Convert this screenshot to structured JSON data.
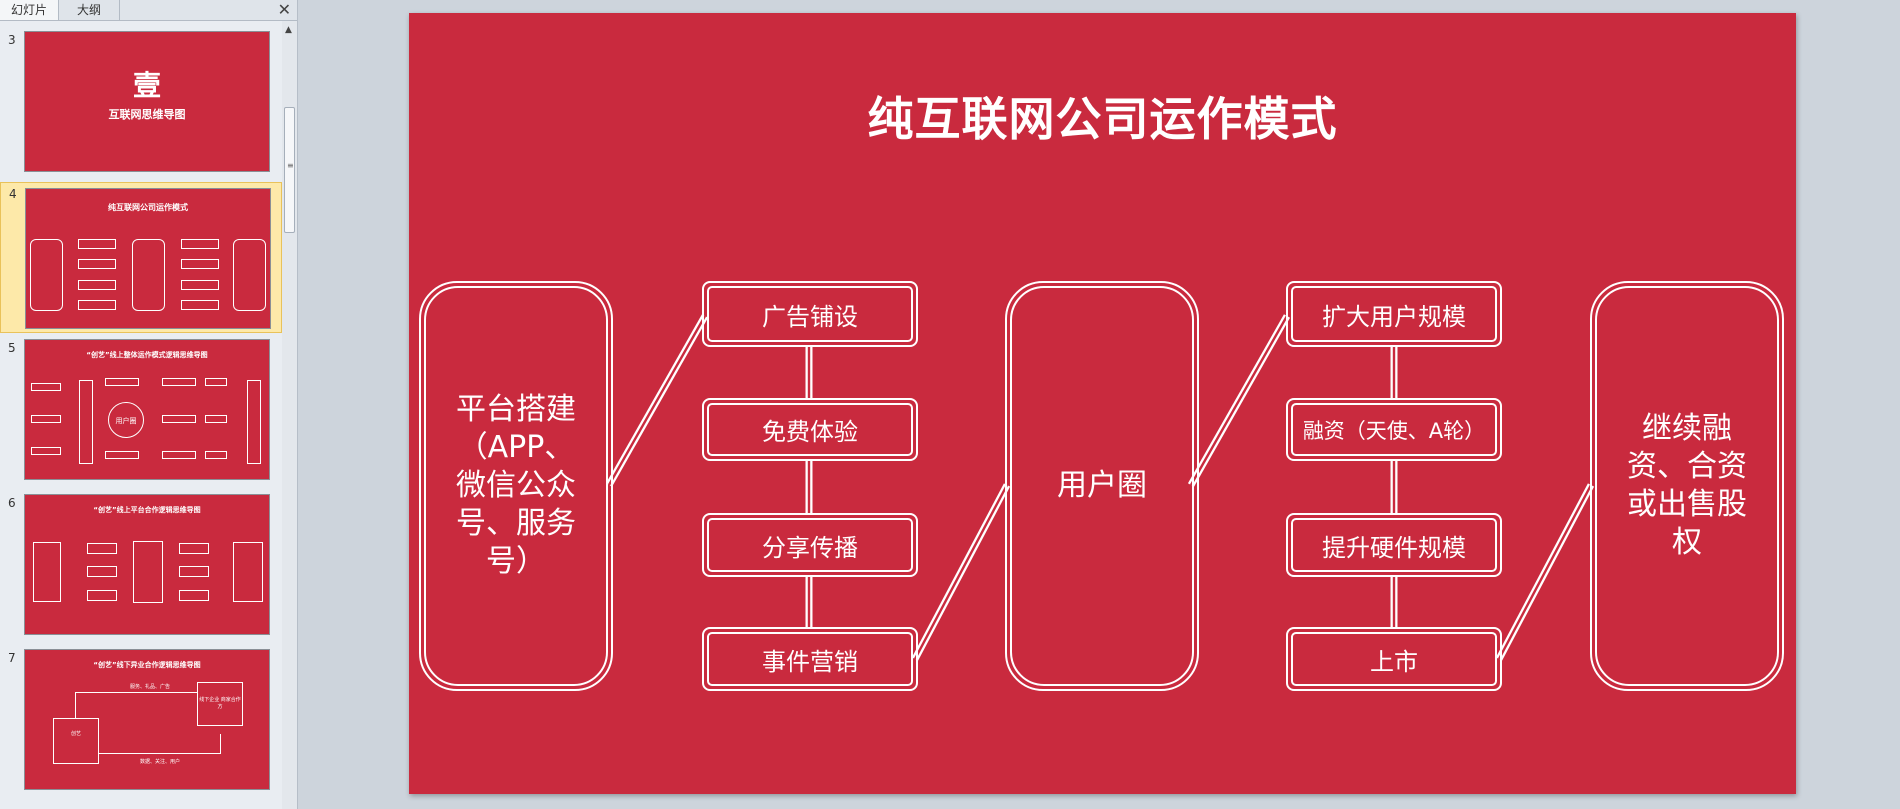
{
  "panel": {
    "tabs": [
      "幻灯片",
      "大纲"
    ],
    "close_icon": "close-icon"
  },
  "thumbnails": [
    {
      "number": "3",
      "title": "壹",
      "subtitle": "互联网思维导图"
    },
    {
      "number": "4",
      "title": "纯互联网公司运作模式"
    },
    {
      "number": "5",
      "title": "“创艺”线上整体运作模式逻辑思维导图",
      "center_label": "用户圈"
    },
    {
      "number": "6",
      "title": "“创艺”线上平台合作逻辑思维导图"
    },
    {
      "number": "7",
      "title": "“创艺”线下异业合作逻辑思维导图",
      "boxes": [
        "创艺",
        "线下企业 商家合作方"
      ],
      "labels": [
        "服务、礼品、广告",
        "数据、关注、用户"
      ]
    }
  ],
  "selected_slide": "4",
  "slide": {
    "title": "纯互联网公司运作模式",
    "platform": "平台搭建（APP、微信公众号、服务号）",
    "col1": [
      "广告铺设",
      "免费体验",
      "分享传播",
      "事件营销"
    ],
    "center": "用户圈",
    "col2": [
      "扩大用户规模",
      "融资（天使、A轮）",
      "提升硬件规模",
      "上市"
    ],
    "final": "继续融资、合资或出售股权"
  },
  "colors": {
    "slide_bg": "#c92a3e",
    "line": "#ffffff",
    "selected_row": "#fde9a9"
  }
}
